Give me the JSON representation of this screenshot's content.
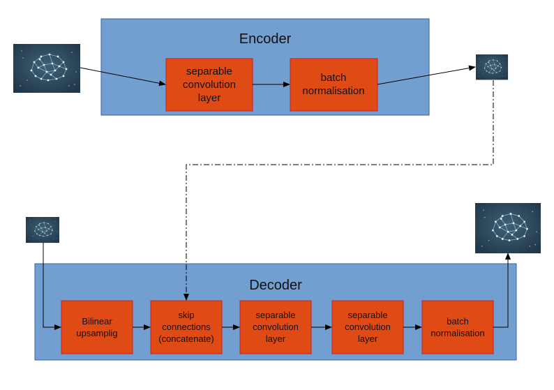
{
  "encoder": {
    "title": "Encoder",
    "blocks": [
      [
        "separable",
        "convolution",
        "layer"
      ],
      [
        "batch",
        "normalisation"
      ]
    ]
  },
  "decoder": {
    "title": "Decoder",
    "blocks": [
      [
        "Bilinear",
        "upsamplig"
      ],
      [
        "skip",
        "connections",
        "(concatenate)"
      ],
      [
        "separable",
        "convolution",
        "layer"
      ],
      [
        "separable",
        "convolution",
        "layer"
      ],
      [
        "batch",
        "normalisation"
      ]
    ]
  },
  "colors": {
    "container_fill": "#729fcf",
    "container_stroke": "#3465a4",
    "block_fill": "#e04a14",
    "block_stroke": "#c9211e",
    "thumb_bg": "#2a4152"
  },
  "icons": [
    "brain-network-icon"
  ]
}
